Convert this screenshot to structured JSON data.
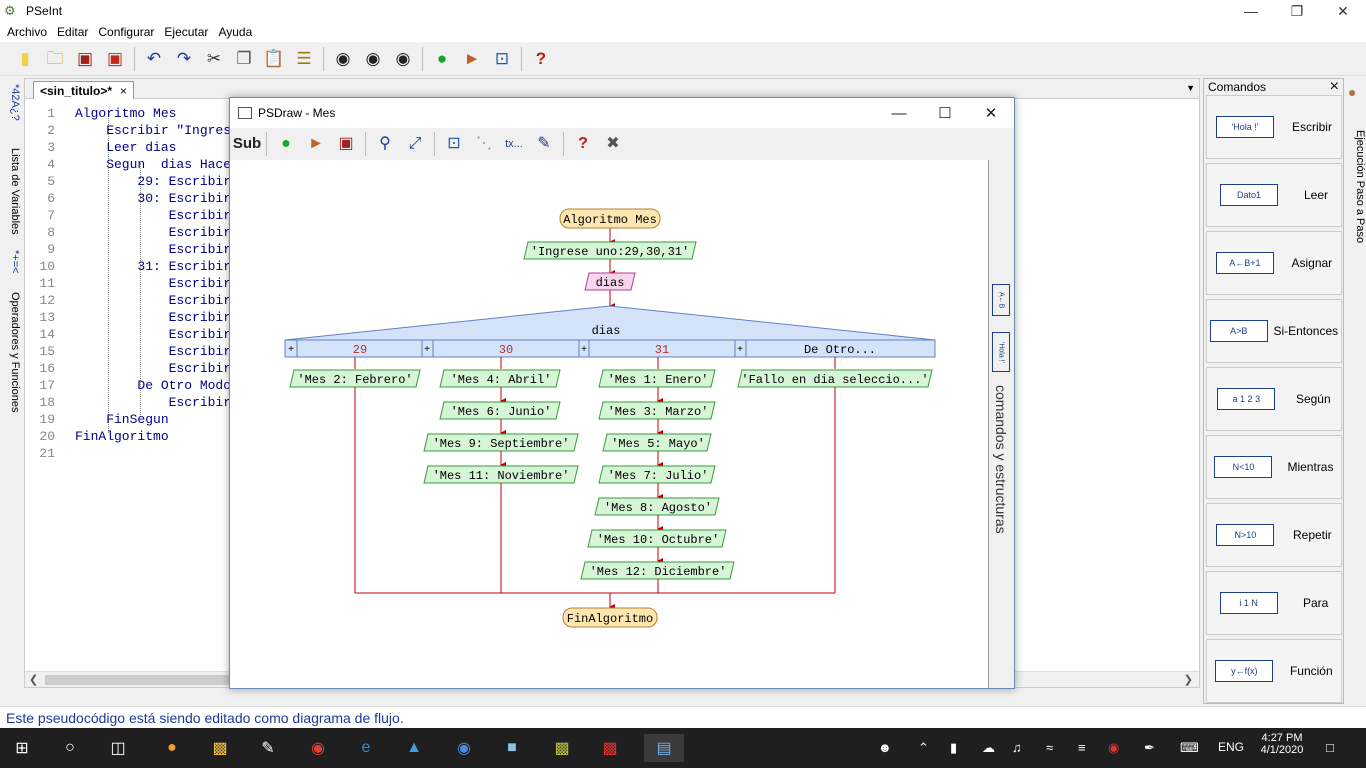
{
  "window": {
    "title": "PSeInt"
  },
  "menu": [
    "Archivo",
    "Editar",
    "Configurar",
    "Ejecutar",
    "Ayuda"
  ],
  "toolbar_icons": [
    "new-file-icon",
    "open-folder-icon",
    "save-icon",
    "save-as-icon",
    "undo-icon",
    "redo-icon",
    "cut-icon",
    "copy-icon",
    "paste-icon",
    "format-icon",
    "find-icon",
    "find-prev-icon",
    "find-next-icon",
    "run-icon",
    "step-icon",
    "flowchart-icon",
    "help-icon"
  ],
  "left_strip": {
    "vars_label": "Lista de Variables",
    "ops_label": "Operadores y Funciones",
    "vars_glyphs": "*42A¿?",
    "ops_glyphs": "*+=<"
  },
  "editor": {
    "tab_label": "<sin_titulo>*",
    "tab_close": "×",
    "lines": [
      {
        "n": "1",
        "text": "Algoritmo Mes"
      },
      {
        "n": "2",
        "text": "    Escribir \"Ingrese uno:29,30,31\""
      },
      {
        "n": "3",
        "text": "    Leer dias"
      },
      {
        "n": "4",
        "text": "    Segun  dias Hacer"
      },
      {
        "n": "5",
        "text": "        29: Escribir 'Mes 2: Febrero'"
      },
      {
        "n": "6",
        "text": "        30: Escribir 'Mes 4: Abril'"
      },
      {
        "n": "7",
        "text": "            Escribir 'Mes 6: Junio'"
      },
      {
        "n": "8",
        "text": "            Escribir 'Mes 9: Septiembre'"
      },
      {
        "n": "9",
        "text": "            Escribir 'Mes 11: Noviembre'"
      },
      {
        "n": "10",
        "text": "        31: Escribir 'Mes 1: Enero'"
      },
      {
        "n": "11",
        "text": "            Escribir 'Mes 3: Marzo'"
      },
      {
        "n": "12",
        "text": "            Escribir 'Mes 5: Mayo'"
      },
      {
        "n": "13",
        "text": "            Escribir 'Mes 7: Julio'"
      },
      {
        "n": "14",
        "text": "            Escribir 'Mes 8: Agosto'"
      },
      {
        "n": "15",
        "text": "            Escribir 'Mes 10: Octubre'"
      },
      {
        "n": "16",
        "text": "            Escribir 'Mes 12: Diciembre'"
      },
      {
        "n": "17",
        "text": "        De Otro Modo: Escribir 'Fallo en dia seleccionado'"
      },
      {
        "n": "18",
        "text": "            Escribir 'Fallo en dia seleccionado'"
      },
      {
        "n": "19",
        "text": "    FinSegun"
      },
      {
        "n": "20",
        "text": "FinAlgoritmo"
      },
      {
        "n": "21",
        "text": ""
      }
    ]
  },
  "psdraw": {
    "title": "PSDraw - Mes",
    "side_label": "comandos y estructuras",
    "toolbar_icons": [
      "sub-icon",
      "run-icon",
      "step-icon",
      "save-icon",
      "zoom-icon",
      "fit-icon",
      "flow-icon",
      "comment-icon",
      "text-icon",
      "edit-icon",
      "help-icon",
      "close-icon"
    ],
    "sub_label": "Sub",
    "txt_label": "tx...",
    "flow": {
      "start": "Algoritmo Mes",
      "write1": "'Ingrese uno:29,30,31'",
      "read": "dias",
      "switch_var": "dias",
      "branches": [
        {
          "label": "29",
          "items": [
            "'Mes 2: Febrero'"
          ]
        },
        {
          "label": "30",
          "items": [
            "'Mes 4: Abril'",
            "'Mes 6: Junio'",
            "'Mes 9: Septiembre'",
            "'Mes 11: Noviembre'"
          ]
        },
        {
          "label": "31",
          "items": [
            "'Mes 1: Enero'",
            "'Mes 3: Marzo'",
            "'Mes 5: Mayo'",
            "'Mes 7: Julio'",
            "'Mes 8: Agosto'",
            "'Mes 10: Octubre'",
            "'Mes 12: Diciembre'"
          ]
        },
        {
          "label": "De Otro...",
          "items": [
            "'Fallo en dia seleccio...'"
          ]
        }
      ],
      "end": "FinAlgoritmo"
    }
  },
  "commands_panel": {
    "title": "Comandos",
    "close": "×",
    "items": [
      {
        "label": "Escribir",
        "glyph": "'Hola !'"
      },
      {
        "label": "Leer",
        "glyph": "Dato1"
      },
      {
        "label": "Asignar",
        "glyph": "A←B+1"
      },
      {
        "label": "Si-Entonces",
        "glyph": "A>B"
      },
      {
        "label": "Según",
        "glyph": "a 1 2 3"
      },
      {
        "label": "Mientras",
        "glyph": "N<10"
      },
      {
        "label": "Repetir",
        "glyph": "N>10"
      },
      {
        "label": "Para",
        "glyph": "i 1 N"
      },
      {
        "label": "Función",
        "glyph": "y←f(x)"
      }
    ]
  },
  "right_strip": {
    "label": "Ejecución Paso a Paso"
  },
  "status": "Este pseudocódigo está siendo editado como diagrama de flujo.",
  "taskbar": {
    "time": "4:27 PM",
    "date": "4/1/2020",
    "lang": "ENG"
  },
  "colors": {
    "keyword": "#000088",
    "number": "#b03030",
    "string": "#a00000",
    "flow_green": "#d6f5d6",
    "flow_line": "#c00000",
    "switch_blue": "#d5e3fa",
    "terminal": "#fde6b0",
    "read_pink": "#f6d6ec",
    "status_text": "#1a3a9a"
  }
}
